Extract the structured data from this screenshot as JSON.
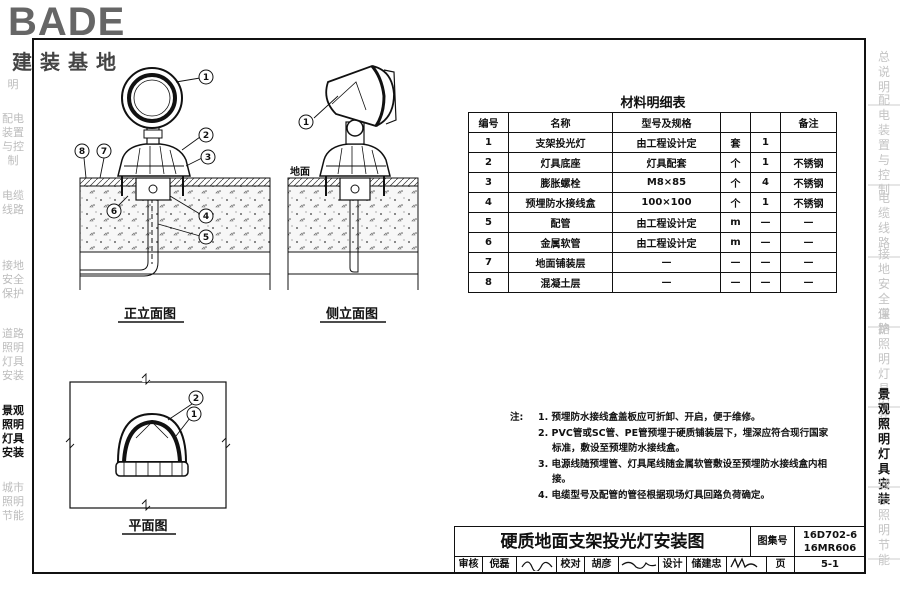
{
  "logo": {
    "brand": "BADE",
    "sub": "建装基地"
  },
  "left_rail": [
    {
      "label": "明"
    },
    {
      "label": "配电装置与控制"
    },
    {
      "label": "电缆线路"
    },
    {
      "label": "接地安全保护"
    },
    {
      "label": "道路照明灯具安装"
    },
    {
      "label": "景观照明灯具安装"
    },
    {
      "label": "城市照明节能"
    }
  ],
  "right_rail": [
    {
      "label": "总说明",
      "active": false
    },
    {
      "label": "配电装置与控制",
      "active": false
    },
    {
      "label": "电缆线路",
      "active": false
    },
    {
      "label": "接地安全保护",
      "active": false
    },
    {
      "label": "道路照明灯具安装",
      "active": false
    },
    {
      "label": "景观照明灯具安装",
      "active": true
    },
    {
      "label": "城市照明节能",
      "active": false
    }
  ],
  "views": {
    "front": "正立面图",
    "side": "侧立面图",
    "plan": "平面图",
    "ground_label": "地面"
  },
  "callouts": [
    "1",
    "2",
    "3",
    "4",
    "5",
    "6",
    "7",
    "8"
  ],
  "material_table": {
    "title": "材料明细表",
    "headers": [
      "编号",
      "名称",
      "型号及规格",
      "",
      "",
      "备注"
    ],
    "rows": [
      [
        "1",
        "支架投光灯",
        "由工程设计定",
        "套",
        "1",
        ""
      ],
      [
        "2",
        "灯具底座",
        "灯具配套",
        "个",
        "1",
        "不锈钢"
      ],
      [
        "3",
        "膨胀螺栓",
        "M8×85",
        "个",
        "4",
        "不锈钢"
      ],
      [
        "4",
        "预埋防水接线盒",
        "100×100",
        "个",
        "1",
        "不锈钢"
      ],
      [
        "5",
        "配管",
        "由工程设计定",
        "m",
        "—",
        "—"
      ],
      [
        "6",
        "金属软管",
        "由工程设计定",
        "m",
        "—",
        "—"
      ],
      [
        "7",
        "地面铺装层",
        "—",
        "—",
        "—",
        "—"
      ],
      [
        "8",
        "混凝土层",
        "—",
        "—",
        "—",
        "—"
      ]
    ]
  },
  "notes": {
    "head": "注:",
    "items": [
      "1. 预埋防水接线盒盖板应可折卸、开启，便于维修。",
      "2. PVC管或SC管、PE管预埋于硬质铺装层下，埋深应符合现行国家标准，敷设至预埋防水接线盒。",
      "3. 电源线随预埋管、灯具尾线随金属软管敷设至预埋防水接线盒内相接。",
      "4. 电缆型号及配管的管径根据现场灯具回路负荷确定。"
    ]
  },
  "title_block": {
    "title": "硬质地面支架投光灯安装图",
    "atlas_label": "图集号",
    "atlas_no_1": "16D702-6",
    "atlas_no_2": "16MR606",
    "page_label": "页",
    "page_no": "5-1",
    "review_label": "审核",
    "review_name": "倪磊",
    "check_label": "校对",
    "check_name": "胡彦",
    "design_label": "设计",
    "design_name": "储建忠"
  }
}
